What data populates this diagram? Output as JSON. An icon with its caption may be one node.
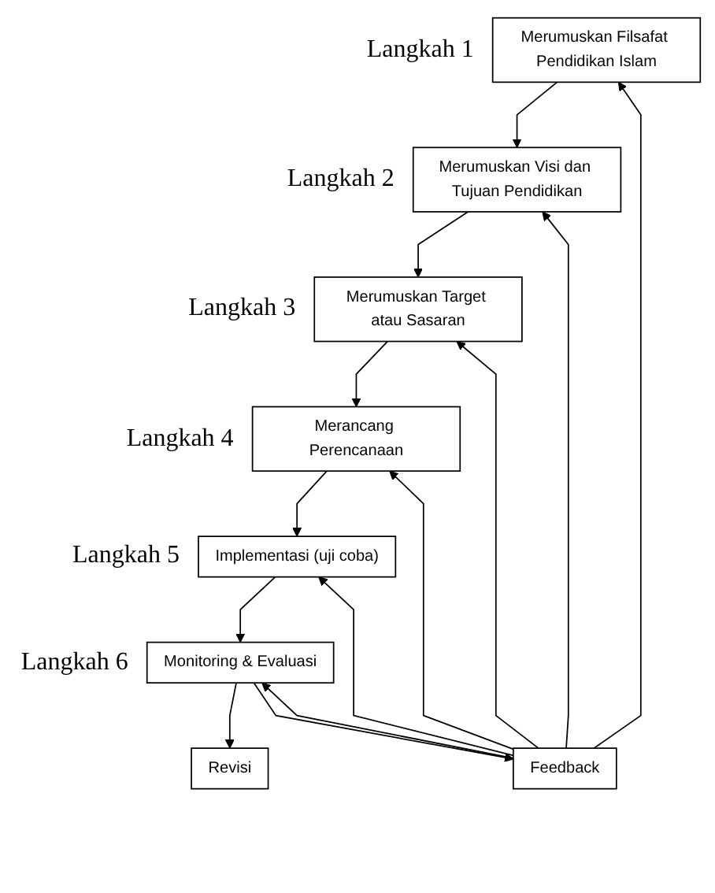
{
  "diagram": {
    "nodes": [
      {
        "text": [
          "Merumuskan Filsafat Pendidikan Islam"
        ],
        "beside": [
          "Langkah 1"
        ]
      },
      {
        "text": [
          "Merumuskan Visi dan Tujuan Pendidikan"
        ],
        "beside": [
          "Langkah 2"
        ]
      },
      {
        "text": [
          "Merumuskan Target atau Sasaran"
        ],
        "beside": [
          "Langkah 3"
        ]
      },
      {
        "text": [
          "Merancang Perencanaan"
        ],
        "beside": [
          "Langkah 4"
        ]
      },
      {
        "text": [
          "Implementasi (uji coba)"
        ],
        "beside": [
          "Langkah 5"
        ]
      },
      {
        "text": [
          "Monitoring & Evaluasi"
        ],
        "beside": [
          "Langkah 6"
        ]
      },
      {
        "text": [
          "Revisi"
        ]
      },
      {
        "text": [
          "Feedback"
        ]
      }
    ],
    "edges": [
      {
        "from": 0,
        "to": 1,
        "arrow": "to"
      },
      {
        "from": 1,
        "to": 2,
        "arrow": "to"
      },
      {
        "from": 2,
        "to": 3,
        "arrow": "to"
      },
      {
        "from": 3,
        "to": 4,
        "arrow": "to"
      },
      {
        "from": 4,
        "to": 5,
        "arrow": "to"
      },
      {
        "from": 5,
        "to": 6,
        "arrow": "to"
      },
      {
        "from": 5,
        "to": 7,
        "arrow": "to"
      },
      {
        "from": 7,
        "to": 0,
        "arrow": "to"
      },
      {
        "from": 7,
        "to": 1,
        "arrow": "to"
      },
      {
        "from": 7,
        "to": 2,
        "arrow": "to"
      },
      {
        "from": 7,
        "to": 3,
        "arrow": "to"
      },
      {
        "from": 7,
        "to": 4,
        "arrow": "to"
      },
      {
        "from": 7,
        "to": 5,
        "arrow": "to"
      }
    ]
  }
}
